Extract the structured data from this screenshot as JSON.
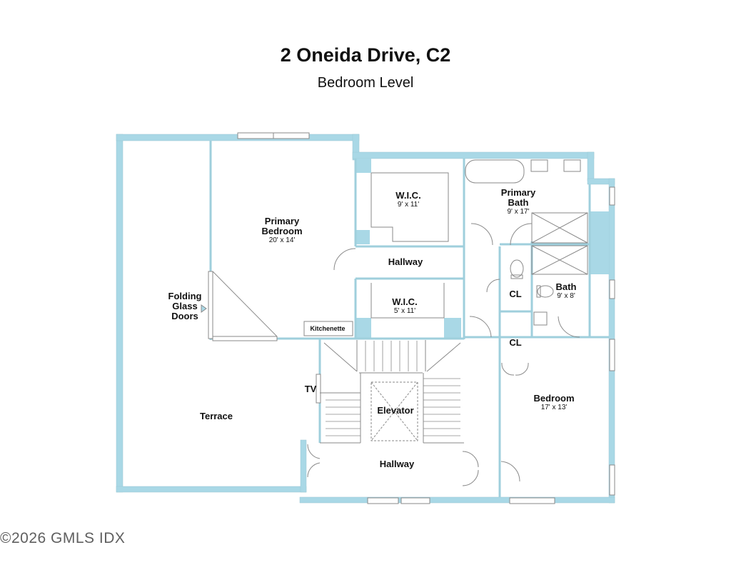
{
  "header": {
    "title": "2 Oneida Drive, C2",
    "subtitle": "Bedroom Level"
  },
  "rooms": {
    "primary_bedroom": {
      "name_line1": "Primary",
      "name_line2": "Bedroom",
      "dims": "20' x 14'"
    },
    "wic_upper": {
      "name": "W.I.C.",
      "dims": "9' x 11'"
    },
    "primary_bath": {
      "name_line1": "Primary",
      "name_line2": "Bath",
      "dims": "9' x 17'"
    },
    "hallway_upper": {
      "name": "Hallway"
    },
    "wic_lower": {
      "name": "W.I.C.",
      "dims": "5' x 11'"
    },
    "bath": {
      "name": "Bath",
      "dims": "9' x 8'"
    },
    "closet_1": {
      "name": "CL"
    },
    "closet_2": {
      "name": "CL"
    },
    "folding_doors": {
      "line1": "Folding",
      "line2": "Glass",
      "line3": "Doors"
    },
    "kitchenette": {
      "name": "Kitchenette"
    },
    "tv": {
      "name": "TV"
    },
    "elevator": {
      "name": "Elevator"
    },
    "terrace": {
      "name": "Terrace"
    },
    "bedroom": {
      "name": "Bedroom",
      "dims": "17' x 13'"
    },
    "hallway_lower": {
      "name": "Hallway"
    }
  },
  "colors": {
    "wall": "#a9d8e6",
    "line": "#8a8a8a",
    "fixture": "#9a9a9a"
  },
  "watermark": "©2026 GMLS IDX"
}
